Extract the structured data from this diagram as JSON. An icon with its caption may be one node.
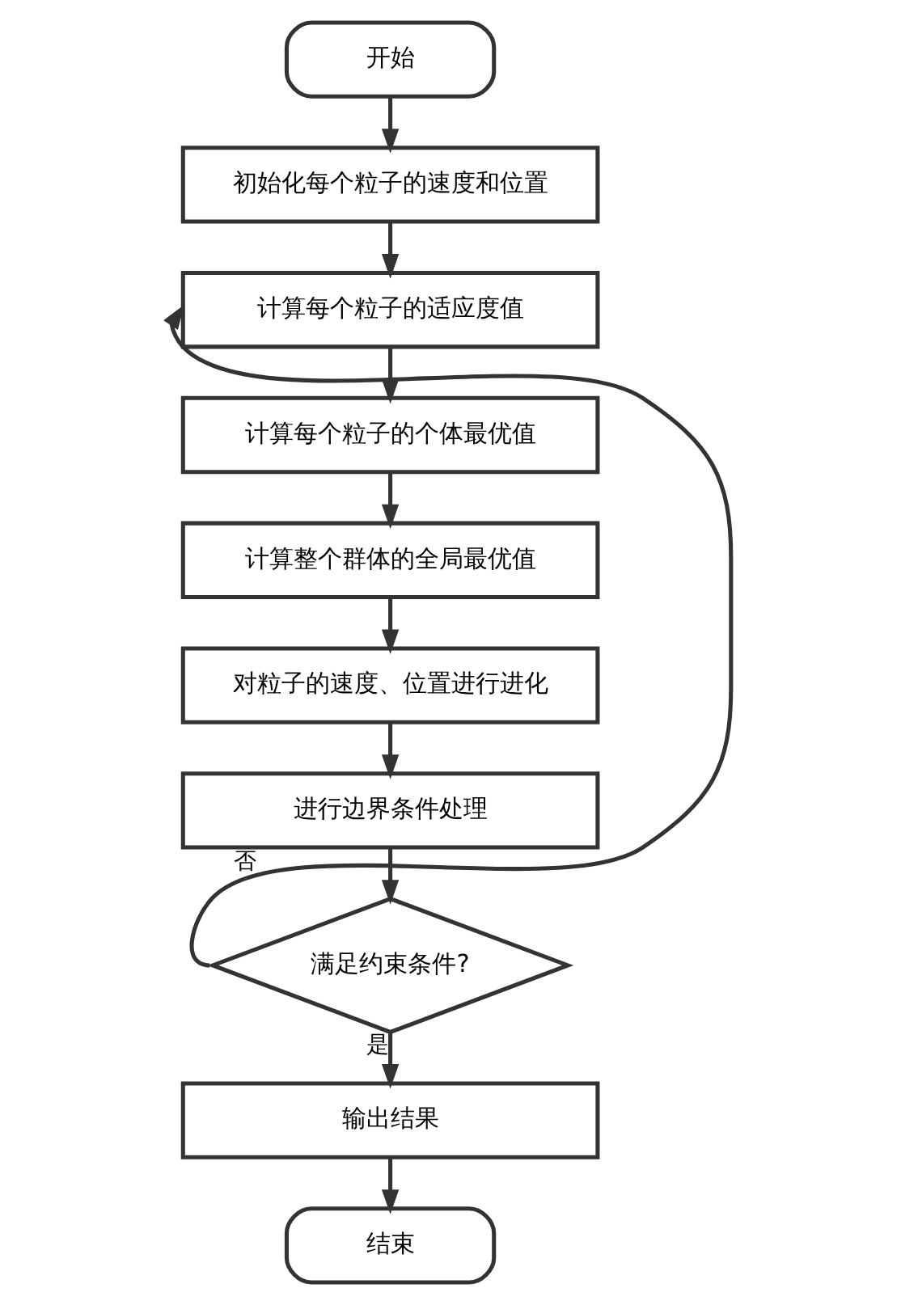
{
  "diagram": {
    "nodes": [
      {
        "text": [
          "开始"
        ]
      },
      {
        "text": [
          "初始化每个粒子的速度和位置"
        ]
      },
      {
        "text": [
          "计算每个粒子的适应度值"
        ]
      },
      {
        "text": [
          "计算每个粒子的个体最优值"
        ]
      },
      {
        "text": [
          "计算整个群体的全局最优值"
        ]
      },
      {
        "text": [
          "对粒子的速度、位置进行进化"
        ]
      },
      {
        "text": [
          "进行边界条件处理"
        ]
      },
      {
        "text": [
          "满足约束条件?"
        ]
      },
      {
        "text": [
          "输出结果"
        ]
      },
      {
        "text": [
          "结束"
        ]
      }
    ],
    "edges": [
      {
        "from": 0,
        "to": 1,
        "arrow": "to"
      },
      {
        "from": 1,
        "to": 2,
        "arrow": "to"
      },
      {
        "from": 2,
        "to": 3,
        "arrow": "to"
      },
      {
        "from": 3,
        "to": 4,
        "arrow": "to"
      },
      {
        "from": 4,
        "to": 5,
        "arrow": "to"
      },
      {
        "from": 5,
        "to": 6,
        "arrow": "to"
      },
      {
        "from": 6,
        "to": 7,
        "arrow": "to"
      },
      {
        "from": 7,
        "to": 2,
        "label": "否",
        "arrow": "to"
      },
      {
        "from": 7,
        "to": 8,
        "label": "是",
        "arrow": "to"
      },
      {
        "from": 8,
        "to": 9,
        "arrow": "to"
      }
    ]
  }
}
